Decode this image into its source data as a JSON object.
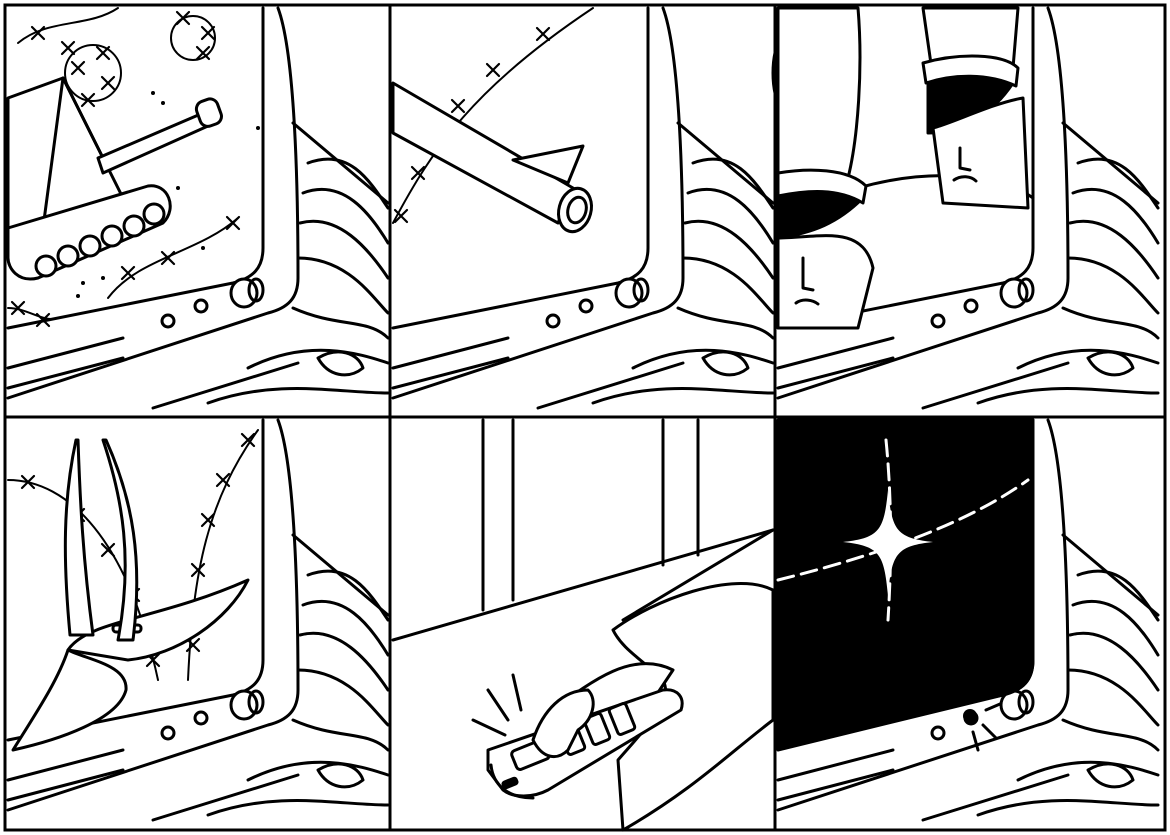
{
  "page": {
    "background": "#ffffff",
    "ink": "#000000"
  },
  "panels": [
    {
      "scene": "tank-on-monitor"
    },
    {
      "scene": "gun-barrel-on-monitor"
    },
    {
      "scene": "giant-legs-on-monitor"
    },
    {
      "scene": "pliers-cutting-wire-on-monitor"
    },
    {
      "scene": "hand-pressing-keypad"
    },
    {
      "scene": "monitor-goes-dark-with-star"
    }
  ]
}
